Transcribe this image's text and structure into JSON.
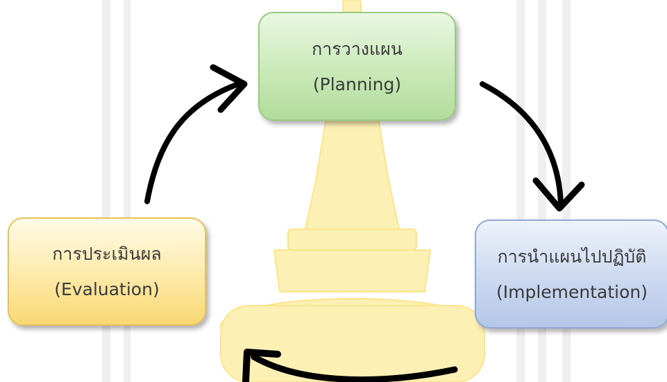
{
  "nodes": {
    "planning": {
      "title": "การวางแผน",
      "subtitle": "(Planning)"
    },
    "implementation": {
      "title": "การนำแผนไปปฏิบัติ",
      "subtitle": "(Implementation)"
    },
    "evaluation": {
      "title": "การประเมินผล",
      "subtitle": "(Evaluation)"
    }
  },
  "colors": {
    "planning": "#c9e9b8",
    "implementation": "#cbd8f0",
    "evaluation": "#fde9a8",
    "arrow": "#000000",
    "watermark_gold": "#fce98d",
    "watermark_gray": "#ebebeb"
  }
}
